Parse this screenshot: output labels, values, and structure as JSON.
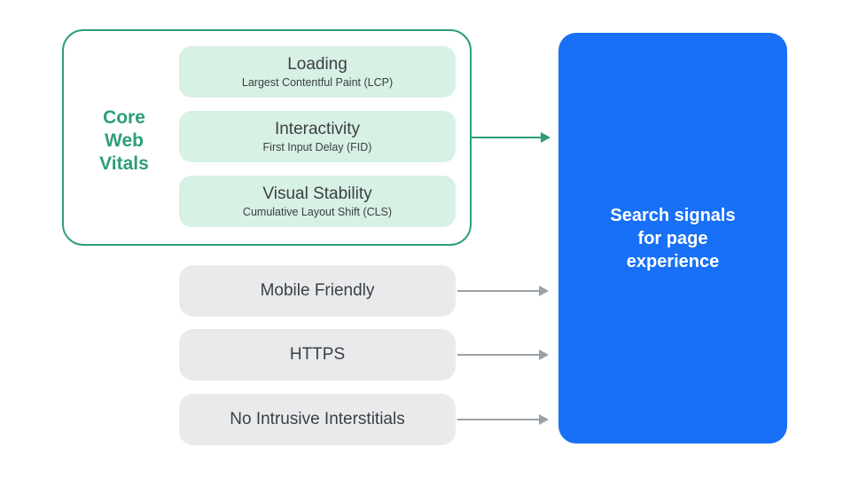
{
  "diagram": {
    "core_web_vitals": {
      "label": "Core\nWeb\nVitals",
      "items": [
        {
          "title": "Loading",
          "subtitle": "Largest Contentful Paint (LCP)"
        },
        {
          "title": "Interactivity",
          "subtitle": "First Input Delay (FID)"
        },
        {
          "title": "Visual Stability",
          "subtitle": "Cumulative Layout Shift (CLS)"
        }
      ]
    },
    "other_signals": [
      {
        "label": "Mobile Friendly"
      },
      {
        "label": "HTTPS"
      },
      {
        "label": "No Intrusive Interstitials"
      }
    ],
    "result": {
      "label": "Search signals\nfor page\nexperience"
    },
    "colors": {
      "green": "#2e9e76",
      "green_fill": "#d7f1e4",
      "gray_fill": "#e9eaec",
      "gray_arrow": "#9aa0a6",
      "text_dark": "#3c4043",
      "blue": "#1770f5",
      "white": "#ffffff"
    }
  }
}
